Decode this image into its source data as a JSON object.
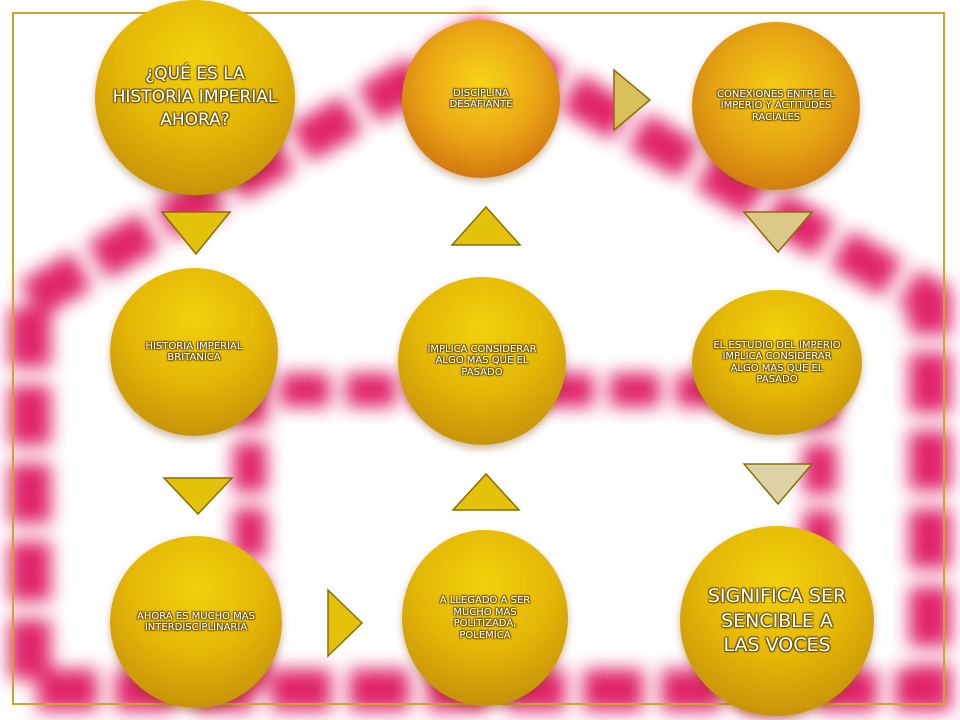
{
  "diagram": {
    "nodes": [
      {
        "id": "n1",
        "text": "¿QUÉ ES LA HISTORIA IMPERIAL AHORA?"
      },
      {
        "id": "n2",
        "text": "DISCIPLINA DESAFIANTE"
      },
      {
        "id": "n3",
        "text": "CONEXIONES ENTRE  EL IMPERIO Y ACTITUDES RACIALES"
      },
      {
        "id": "n4",
        "text": "HISTORIA IMPERIAL BRITANICA"
      },
      {
        "id": "n5",
        "text": "IMPLICA CONSIDERAR ALGO MAS QUE EL PASADO"
      },
      {
        "id": "n6",
        "text": "EL ESTUDIO DEL IMPERIO IMPLICA CONSIDERAR ALGO MAS QUE EL PASADO"
      },
      {
        "id": "n7",
        "text": "AHORA ES MUCHO MAS INTERDISCIPLINARIA"
      },
      {
        "id": "n8",
        "text": "A LLEGADO A SER MUCHO MAS POLITIZADA, POLEMICA"
      },
      {
        "id": "n9",
        "text": "SIGNIFICA SER SENCIBLE A LAS VOCES"
      }
    ],
    "colors": {
      "circle": "#e4b707",
      "accent": "#c8950a",
      "background_pink": "#e0246a",
      "frame": "#c9a62a",
      "text": "#ffffff"
    }
  }
}
